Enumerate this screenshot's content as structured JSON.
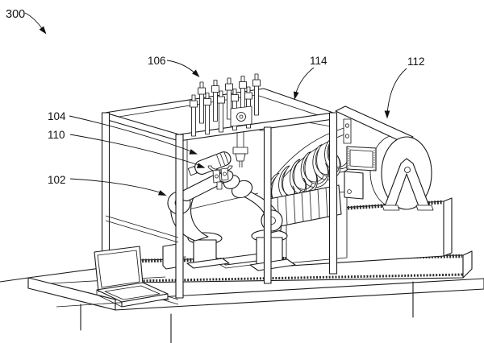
{
  "figure": {
    "type": "patent-line-drawing",
    "colors": {
      "background": "#ffffff",
      "line": "#1a1a1a",
      "label_text": "#111111"
    },
    "labels": {
      "l300": "300",
      "l106": "106",
      "l114": "114",
      "l112": "112",
      "l104": "104",
      "l110": "110",
      "l102": "102"
    }
  }
}
